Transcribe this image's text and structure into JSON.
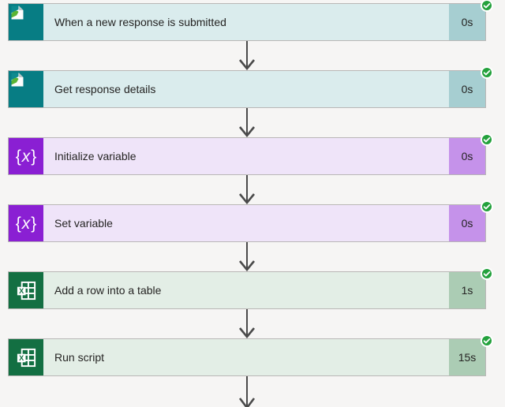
{
  "flow": {
    "steps": [
      {
        "title": "When a new response is submitted",
        "duration": "0s",
        "connector": "forms",
        "icon": "forms-icon",
        "status": "succeeded"
      },
      {
        "title": "Get response details",
        "duration": "0s",
        "connector": "forms",
        "icon": "forms-icon",
        "status": "succeeded"
      },
      {
        "title": "Initialize variable",
        "duration": "0s",
        "connector": "variable",
        "icon": "variable-icon",
        "status": "succeeded"
      },
      {
        "title": "Set variable",
        "duration": "0s",
        "connector": "variable",
        "icon": "variable-icon",
        "status": "succeeded"
      },
      {
        "title": "Add a row into a table",
        "duration": "1s",
        "connector": "excel",
        "icon": "excel-icon",
        "status": "succeeded"
      },
      {
        "title": "Run script",
        "duration": "15s",
        "connector": "excel",
        "icon": "excel-icon",
        "status": "succeeded"
      }
    ],
    "colors": {
      "forms_teal": "#077d84",
      "forms_card_bg": "#daeced",
      "forms_duration_bg": "#a6ced1",
      "variable_purple": "#8a1fd3",
      "variable_card_bg": "#efe4f9",
      "variable_duration_bg": "#c592ea",
      "excel_green": "#136f42",
      "excel_card_bg": "#e3eee6",
      "excel_duration_bg": "#abccb4",
      "success_green": "#23a13c",
      "arrow_gray": "#4a4a4a",
      "canvas_bg": "#f6f5f4"
    }
  }
}
